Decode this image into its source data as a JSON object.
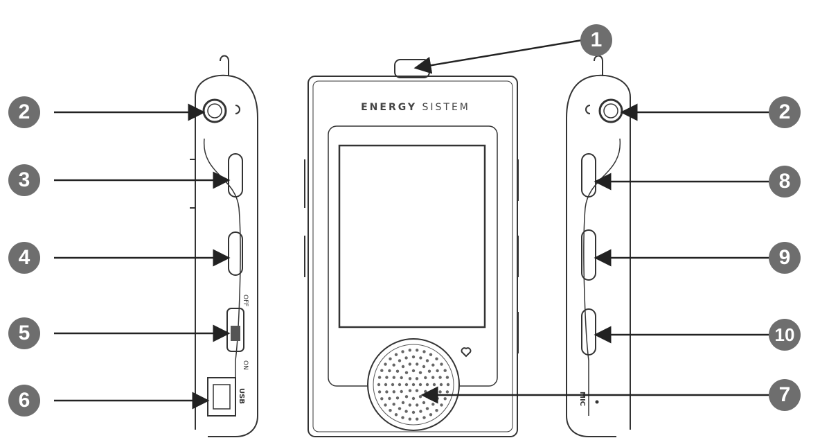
{
  "brand": {
    "name_bold": "ENERGY",
    "name_light": "SISTEM"
  },
  "side_labels": {
    "off": "OFF",
    "on": "ON",
    "usb": "USB",
    "mic": "MIC"
  },
  "callouts": {
    "c1": "1",
    "c2_left": "2",
    "c3": "3",
    "c4": "4",
    "c5": "5",
    "c6": "6",
    "c7": "7",
    "c2_right": "2",
    "c8": "8",
    "c9": "9",
    "c10": "10"
  },
  "colors": {
    "line": "#333333",
    "callout_bg": "#6e6e6e",
    "callout_text": "#ffffff"
  }
}
